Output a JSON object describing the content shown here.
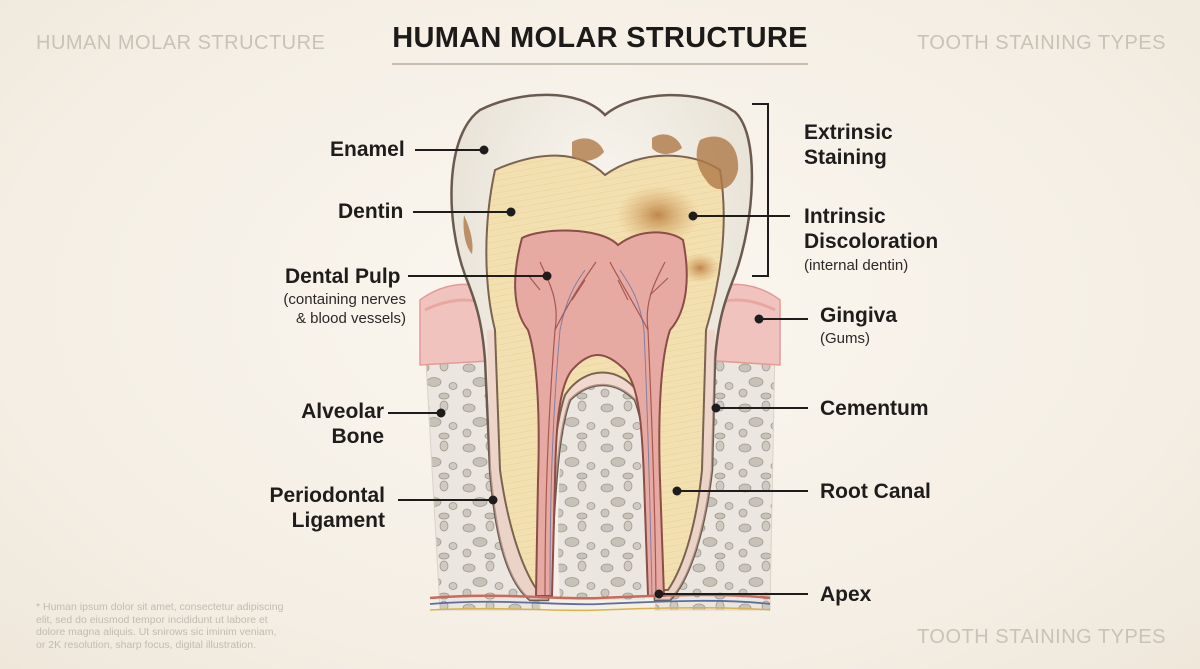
{
  "header": {
    "title": "HUMAN MOLAR STRUCTURE",
    "corner_top_left": "HUMAN MOLAR STRUCTURE",
    "corner_top_right": "TOOTH STAINING TYPES",
    "corner_bottom_right": "TOOTH STAINING TYPES"
  },
  "labels": {
    "enamel": "Enamel",
    "dentin": "Dentin",
    "dental_pulp": "Dental Pulp",
    "dental_pulp_sub_1": "(containing nerves",
    "dental_pulp_sub_2": "& blood vessels)",
    "alveolar_bone_1": "Alveolar",
    "alveolar_bone_2": "Bone",
    "periodontal_1": "Periodontal",
    "periodontal_2": "Ligament",
    "extrinsic_1": "Extrinsic",
    "extrinsic_2": "Staining",
    "intrinsic_1": "Intrinsic",
    "intrinsic_2": "Discoloration",
    "intrinsic_sub": "(internal dentin)",
    "gingiva": "Gingiva",
    "gingiva_sub": "(Gums)",
    "cementum": "Cementum",
    "root_canal": "Root Canal",
    "apex": "Apex"
  },
  "footnote": {
    "line1": "* Human ipsum dolor sit amet, consectetur adipiscing",
    "line2": "elit, sed do eiusmod tempor incididunt ut labore et",
    "line3": "dolore magna aliquis. Ut snirows sic iminim veniam,",
    "line4": "or 2K resolution, sharp focus, digital illustration."
  },
  "colors": {
    "enamel": "#f3efe6",
    "dentin": "#f3dfae",
    "pulp": "#e6a6a0",
    "gingiva": "#f0b9b6",
    "bone": "#e9e5dd",
    "stain_extrinsic": "#b07a48",
    "stain_intrinsic": "#c08848",
    "leader_line": "#1e1d1c"
  }
}
